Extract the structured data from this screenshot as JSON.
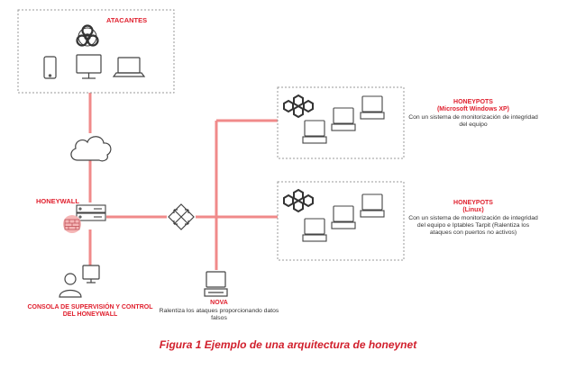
{
  "labels": {
    "atacantes": "ATACANTES",
    "honeywall": "HONEYWALL",
    "honeypots_xp_title": "HONEYPOTS",
    "honeypots_xp_sub": "(Microsoft Windows XP)",
    "honeypots_xp_desc": "Con un sistema de monitorización de integridad del equipo",
    "honeypots_linux_title": "HONEYPOTS",
    "honeypots_linux_sub": "(Linux)",
    "honeypots_linux_desc": "Con un sistema de monitorización de integridad del equipo e Iptables Tarpit (Ralentiza los ataques con puertos no activos)",
    "consola": "CONSOLA DE SUPERVISIÓN Y CONTROL DEL HONEYWALL",
    "nova_title": "NOVA",
    "nova_desc": "Ralentiza los ataques proporcionando datos falsos"
  },
  "caption": "Figura 1 Ejemplo de una arquitectura de honeynet",
  "colors": {
    "accent": "#e0202e",
    "link": "#f08a8a",
    "line": "#444444",
    "border": "#999999"
  }
}
